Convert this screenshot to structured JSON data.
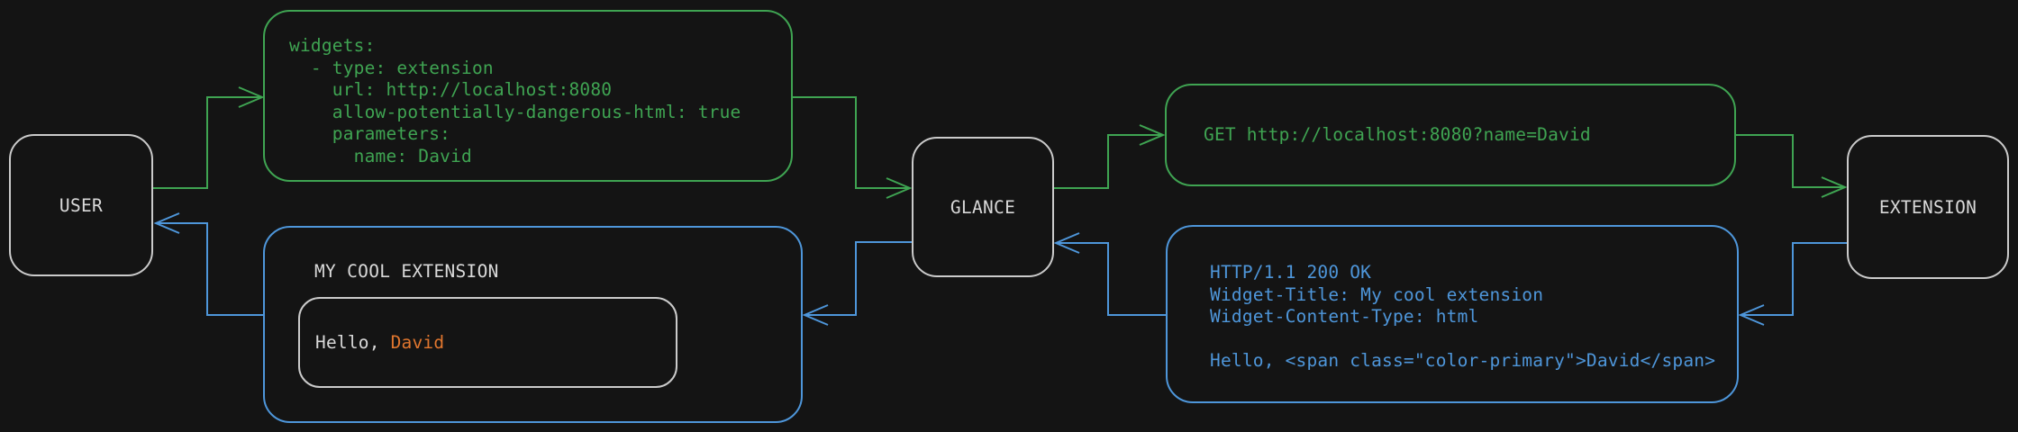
{
  "colors": {
    "background": "#141414",
    "request_green": "#3fa452",
    "response_blue": "#4e96da",
    "neutral_border": "#cbcbcb",
    "text_light": "#d9d9d9",
    "accent_orange": "#e0762e"
  },
  "nodes": {
    "user": {
      "label": "USER"
    },
    "glance": {
      "label": "GLANCE"
    },
    "extension": {
      "label": "EXTENSION"
    }
  },
  "config_box": {
    "code": "widgets:\n  - type: extension\n    url: http://localhost:8080\n    allow-potentially-dangerous-html: true\n    parameters:\n      name: David"
  },
  "request_box": {
    "code": "GET http://localhost:8080?name=David"
  },
  "response_box": {
    "code": "HTTP/1.1 200 OK\nWidget-Title: My cool extension\nWidget-Content-Type: html\n\nHello, <span class=\"color-primary\">David</span>"
  },
  "widget_box": {
    "title": "MY COOL EXTENSION",
    "greeting_prefix": "Hello, ",
    "greeting_name": "David"
  }
}
